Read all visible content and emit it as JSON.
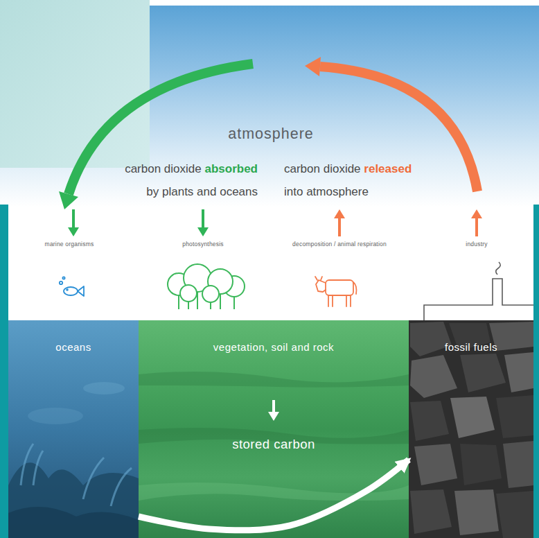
{
  "diagram": {
    "nodes": [
      {
        "text": [
          "atmosphere",
          "carbon dioxide absorbed by plants and oceans",
          "carbon dioxide released into atmosphere"
        ]
      },
      {
        "text": [
          "oceans"
        ]
      },
      {
        "text": [
          "vegetation, soil and rock",
          "stored carbon"
        ]
      },
      {
        "text": [
          "fossil fuels"
        ]
      }
    ],
    "edges": [
      {
        "from": 1,
        "to": 3,
        "arrow": "to"
      }
    ],
    "labels": [
      "marine organisms",
      "photosynthesis",
      "decomposition / animal respiration",
      "industry"
    ]
  }
}
